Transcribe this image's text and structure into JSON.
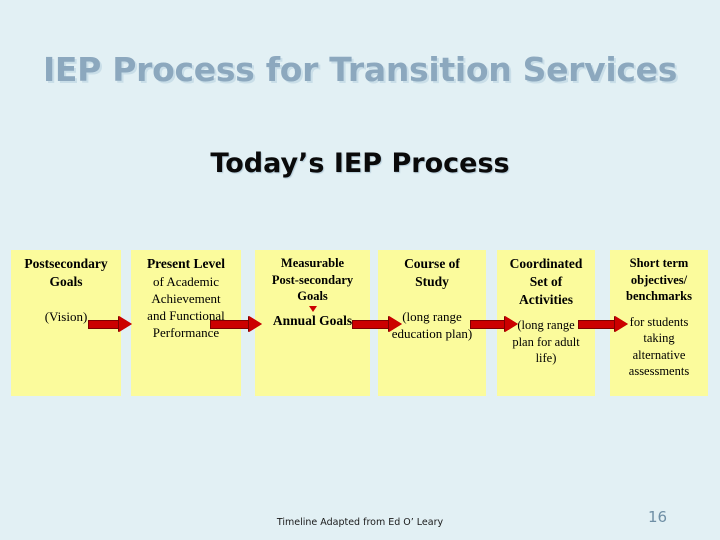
{
  "slide": {
    "title": "IEP Process for Transition Services",
    "subtitle": "Today’s IEP Process",
    "footer_credit": "Timeline Adapted from Ed O’ Leary",
    "page_number": "16",
    "colors": {
      "background": "#e2f0f4",
      "title_text": "#8ca8be",
      "title_shadow": "#c9dee8",
      "subtitle_text": "#0a0a0a",
      "box_fill": "#fbfb9c",
      "box_text": "#000000",
      "arrow_fill": "#cc0000",
      "arrow_outline": "#7e0000",
      "page_number_text": "#6f8fa5"
    }
  },
  "flow": {
    "boxes": [
      {
        "id": "postsecondary-goals",
        "heading_line1": "Postsecondary",
        "heading_line2": "Goals",
        "body_line1": "(Vision)"
      },
      {
        "id": "present-level",
        "heading_line1": "Present Level",
        "body_line1": "of Academic",
        "body_line2": "Achievement",
        "body_line3": "and Functional",
        "body_line4": "Performance"
      },
      {
        "id": "measurable-goals",
        "heading_line1": "Measurable",
        "heading_line2": "Post-secondary",
        "heading_line3": "Goals",
        "marker": "down-triangle",
        "heading_line4": "Annual Goals"
      },
      {
        "id": "course-of-study",
        "heading_line1": "Course of",
        "heading_line2": "Study",
        "body_line1": "(long range",
        "body_line2": "education plan)"
      },
      {
        "id": "coordinated-set",
        "heading_line1": "Coordinated",
        "heading_line2": "Set of",
        "heading_line3": "Activities",
        "body_line1": "(long range",
        "body_line2": "plan for adult",
        "body_line3": "life)"
      },
      {
        "id": "short-term",
        "heading_line1": "Short term",
        "heading_line2": "objectives/",
        "heading_line3": "benchmarks",
        "body_line1": "for students",
        "body_line2": "taking",
        "body_line3": "alternative",
        "body_line4": "assessments"
      }
    ],
    "arrows": [
      {
        "id": "arrow-1",
        "from": "postsecondary-goals",
        "to": "present-level"
      },
      {
        "id": "arrow-2",
        "from": "present-level",
        "to": "measurable-goals"
      },
      {
        "id": "arrow-3",
        "from": "measurable-goals",
        "to": "course-of-study"
      },
      {
        "id": "arrow-4",
        "from": "course-of-study",
        "to": "coordinated-set"
      },
      {
        "id": "arrow-5",
        "from": "coordinated-set",
        "to": "short-term"
      }
    ]
  }
}
